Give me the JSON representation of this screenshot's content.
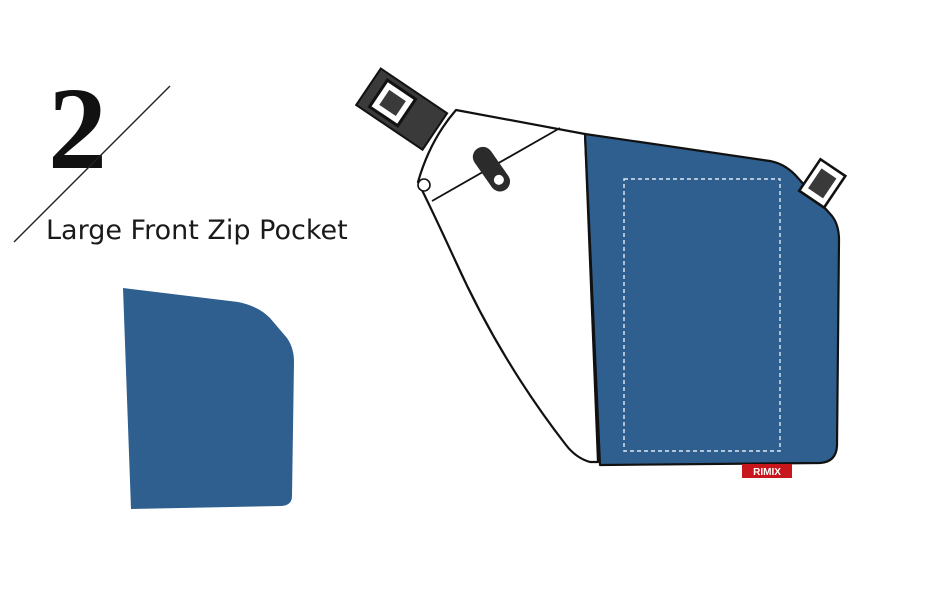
{
  "step": {
    "number": "2",
    "caption": "Large Front Zip Pocket"
  },
  "brand": {
    "label": "RIMIX"
  },
  "colors": {
    "pocket_blue": "#2f5f8f",
    "outline": "#111111",
    "buckle": "#3a3a3a",
    "label_bg": "#c8161d"
  },
  "icons": {
    "buckle_left": "buckle-icon",
    "buckle_right": "buckle-icon",
    "zipper_pull": "zipper-pull-icon"
  }
}
